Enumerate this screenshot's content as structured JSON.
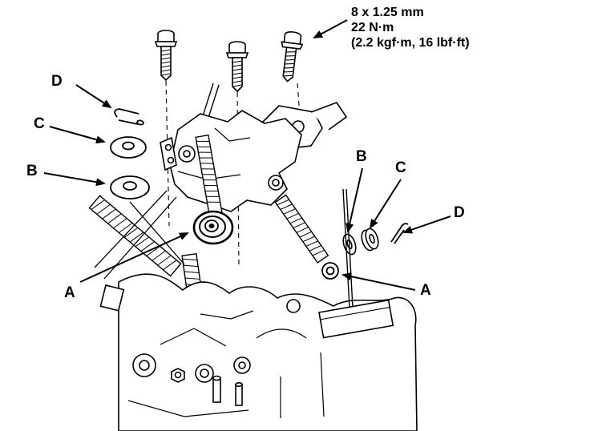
{
  "figure": {
    "background_color": "#ffffff",
    "line_color": "#000000",
    "torque_note": {
      "size_label": "8 x 1.25 mm",
      "torque_metric": "22 N·m",
      "torque_alt": "(2.2 kgf·m, 16 lbf·ft)"
    },
    "callouts": {
      "d_left": "D",
      "c_left": "C",
      "b_left": "B",
      "a_left": "A",
      "b_right": "B",
      "c_right": "C",
      "d_right": "D",
      "a_right": "A"
    }
  }
}
